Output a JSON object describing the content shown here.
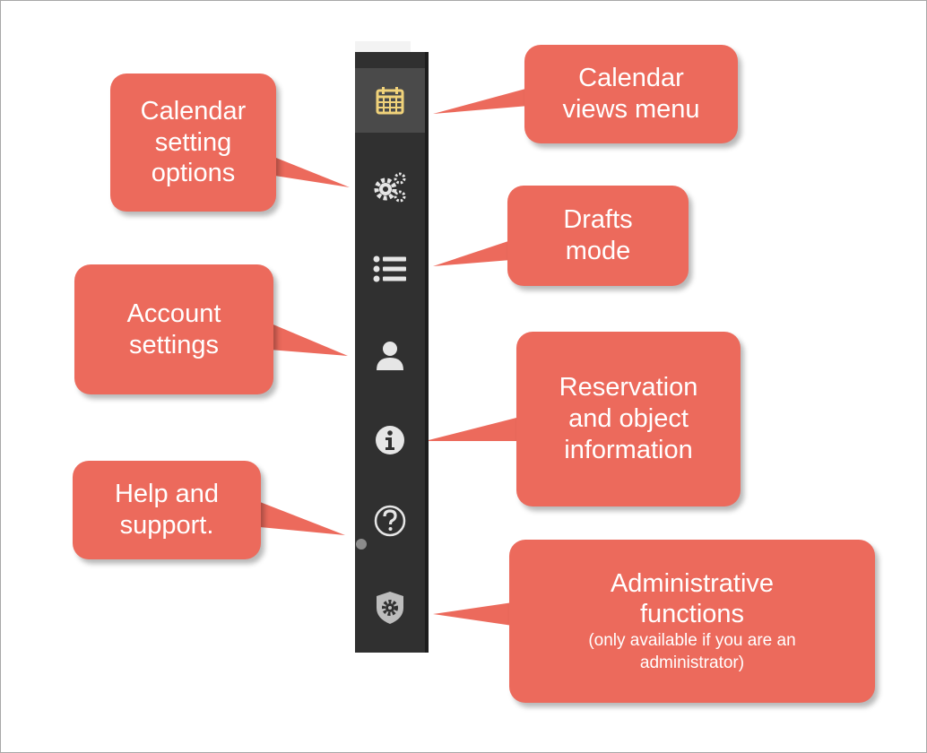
{
  "callouts": {
    "calendar_views": [
      "Calendar",
      "views menu"
    ],
    "calendar_settings": [
      "Calendar",
      "setting",
      "options"
    ],
    "drafts": [
      "Drafts",
      "mode"
    ],
    "account": [
      "Account",
      "settings"
    ],
    "reservation_info": [
      "Reservation",
      "and object",
      "information"
    ],
    "help": [
      "Help and",
      "support."
    ],
    "admin": {
      "lines": [
        "Administrative",
        "functions"
      ],
      "note": [
        "(only available if you are an",
        "administrator)"
      ]
    }
  },
  "toolbar": {
    "items": [
      {
        "icon": "calendar-icon",
        "active": true
      },
      {
        "icon": "gears-icon",
        "active": false
      },
      {
        "icon": "list-icon",
        "active": false
      },
      {
        "icon": "user-icon",
        "active": false
      },
      {
        "icon": "info-icon",
        "active": false
      },
      {
        "icon": "help-icon",
        "active": false
      },
      {
        "icon": "shield-gear-icon",
        "active": false
      }
    ]
  },
  "colors": {
    "callout": "#ec6a5c",
    "toolbar": "#303030",
    "icon_active": "#f0d27a",
    "icon": "#e6e6e6"
  }
}
